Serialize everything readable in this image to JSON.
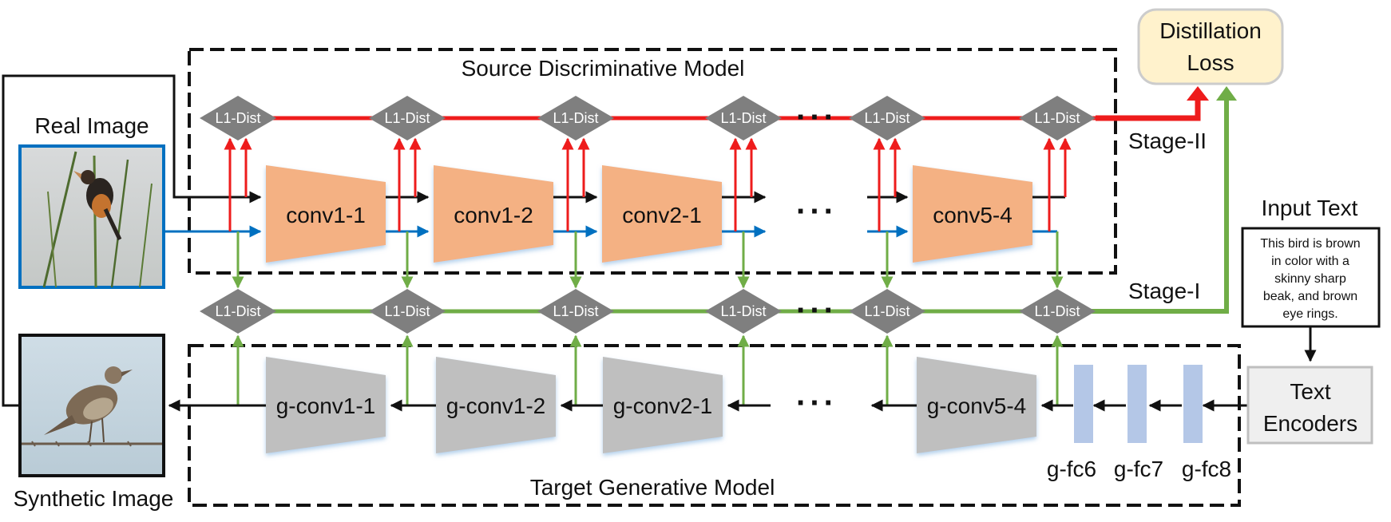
{
  "source_model": {
    "title": "Source Discriminative Model"
  },
  "target_model": {
    "title": "Target Generative Model"
  },
  "real_image": {
    "label": "Real Image"
  },
  "synthetic_image": {
    "label": "Synthetic Image"
  },
  "distillation_loss": {
    "line1": "Distillation",
    "line2": "Loss"
  },
  "stages": {
    "stage2": "Stage-II",
    "stage1": "Stage-I"
  },
  "l1_dist_label": "L1-Dist",
  "ellipsis": "···",
  "disc_blocks": [
    "conv1-1",
    "conv1-2",
    "conv2-1",
    "conv5-4"
  ],
  "gen_blocks": [
    "g-conv1-1",
    "g-conv1-2",
    "g-conv2-1",
    "g-conv5-4"
  ],
  "fc_layers": [
    "g-fc6",
    "g-fc7",
    "g-fc8"
  ],
  "input_text": {
    "title": "Input Text",
    "lines": [
      "This bird is brown",
      "in color with a",
      "skinny sharp",
      "beak, and brown",
      "eye rings."
    ]
  },
  "text_encoders": {
    "line1": "Text",
    "line2": "Encoders"
  },
  "colors": {
    "red": "#ee1c1c",
    "green": "#70ad47",
    "blue": "#0070c0",
    "black": "#111111",
    "orange_block": "#f4b183",
    "gray_block": "#bfbfbf",
    "diamond": "#7f7f7f",
    "fc_block": "#b4c7e7",
    "loss_fill": "#fff2cc",
    "encoder_fill": "#efefef"
  }
}
